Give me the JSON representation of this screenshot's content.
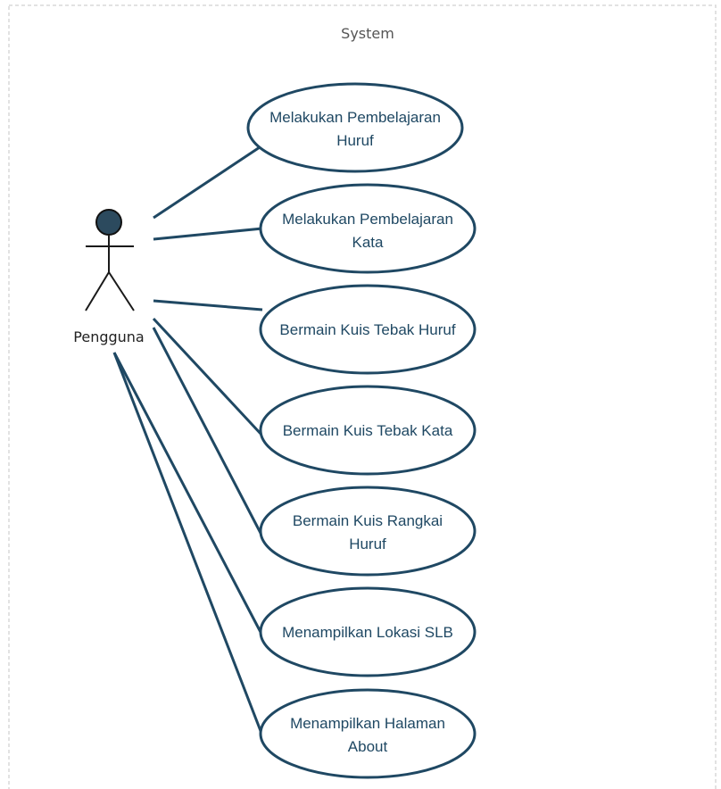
{
  "system": {
    "title": "System"
  },
  "actor": {
    "label": "Pengguna",
    "icon": "stick-figure-icon"
  },
  "use_cases": [
    {
      "id": "uc1",
      "lines": [
        "Melakukan Pembelajaran",
        "Huruf"
      ]
    },
    {
      "id": "uc2",
      "lines": [
        "Melakukan Pembelajaran",
        "Kata"
      ]
    },
    {
      "id": "uc3",
      "lines": [
        "Bermain Kuis Tebak Huruf"
      ]
    },
    {
      "id": "uc4",
      "lines": [
        "Bermain Kuis Tebak Kata"
      ]
    },
    {
      "id": "uc5",
      "lines": [
        "Bermain Kuis Rangkai",
        "Huruf"
      ]
    },
    {
      "id": "uc6",
      "lines": [
        "Menampilkan Lokasi SLB"
      ]
    },
    {
      "id": "uc7",
      "lines": [
        "Menampilkan Halaman",
        "About"
      ]
    }
  ],
  "colors": {
    "use_case_stroke": "#1f4863",
    "actor_head": "#2c4a5e",
    "boundary": "#d9d9d9"
  }
}
